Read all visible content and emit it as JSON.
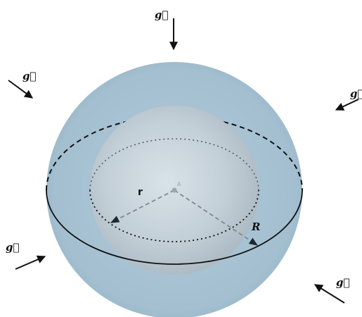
{
  "labels": {
    "gravity": "g⃗",
    "inner_radius": "r",
    "outer_radius": "R",
    "center": "A"
  },
  "colors": {
    "outer_sphere": "#a3bfd0",
    "inner_sphere": "#c4d0d8",
    "lines": "#111111",
    "dashed_radius": "#7f8890"
  },
  "icons": {
    "gravity_vector": "arrow-icon"
  }
}
